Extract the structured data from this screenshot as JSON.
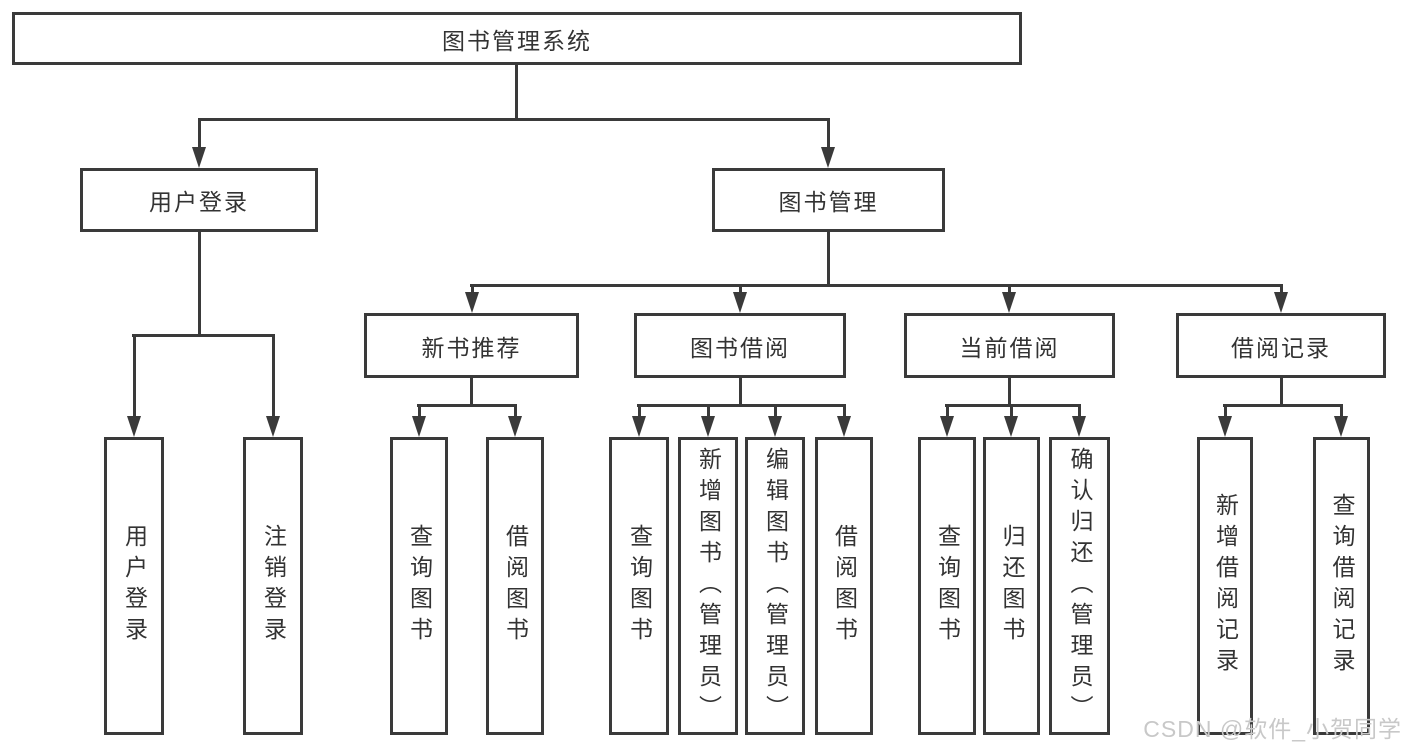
{
  "diagram": {
    "root": "图书管理系统",
    "level2": {
      "user_login": "用户登录",
      "book_mgmt": "图书管理"
    },
    "level3": {
      "new_book": "新书推荐",
      "book_borrow": "图书借阅",
      "current_borrow": "当前借阅",
      "borrow_record": "借阅记录"
    },
    "leaves": {
      "user_login": [
        "用户登录",
        "注销登录"
      ],
      "new_book": [
        "查询图书",
        "借阅图书"
      ],
      "book_borrow": [
        "查询图书",
        "新增图书（管理员）",
        "编辑图书（管理员）",
        "借阅图书"
      ],
      "current_borrow": [
        "查询图书",
        "归还图书",
        "确认归还（管理员）"
      ],
      "borrow_record": [
        "新增借阅记录",
        "查询借阅记录"
      ]
    }
  },
  "watermark": "CSDN @软件_小贺同学",
  "colors": {
    "line": "#3a3a3a",
    "text": "#333333",
    "watermark": "#c8c8c8",
    "background": "#ffffff"
  }
}
